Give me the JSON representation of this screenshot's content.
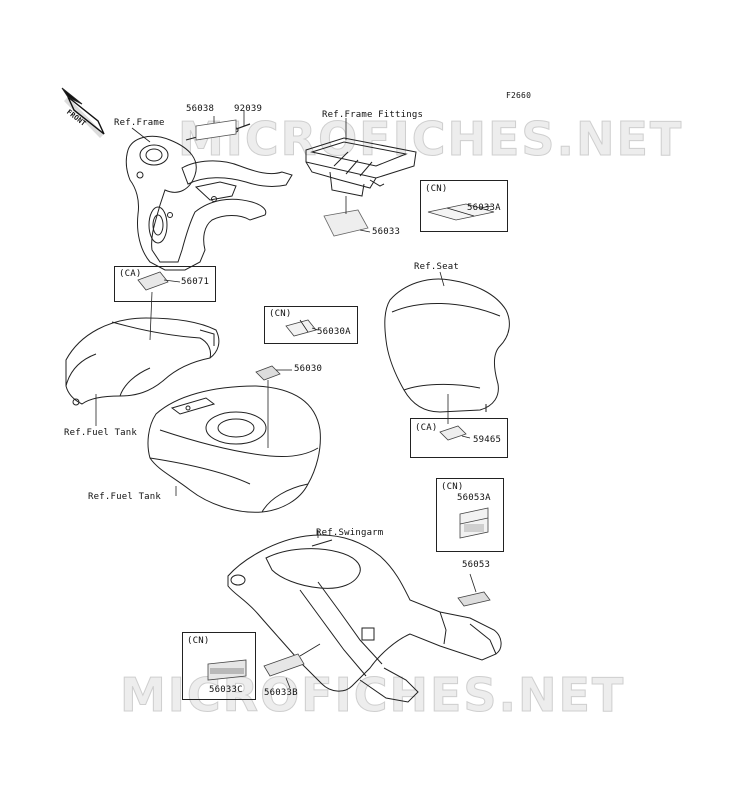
{
  "figure_code": "F2660",
  "watermark_text": "MICROFICHES.NET",
  "front_badge": "FRONT",
  "refs": {
    "frame": "Ref.Frame",
    "frame_fittings": "Ref.Frame Fittings",
    "seat": "Ref.Seat",
    "fuel_tank_side": "Ref.Fuel Tank",
    "fuel_tank_top": "Ref.Fuel Tank",
    "swingarm": "Ref.Swingarm"
  },
  "parts": {
    "p56038": "56038",
    "p92039": "92039",
    "p56033": "56033",
    "p56033A": "56033A",
    "p56071": "56071",
    "p56030A": "56030A",
    "p56030": "56030",
    "p59465": "59465",
    "p56053A": "56053A",
    "p56053": "56053",
    "p56033C": "56033C",
    "p56033B": "56033B"
  },
  "regions": {
    "cn_1": "(CN)",
    "ca_1": "(CA)",
    "cn_2": "(CN)",
    "ca_2": "(CA)",
    "cn_3": "(CN)",
    "cn_4": "(CN)"
  }
}
